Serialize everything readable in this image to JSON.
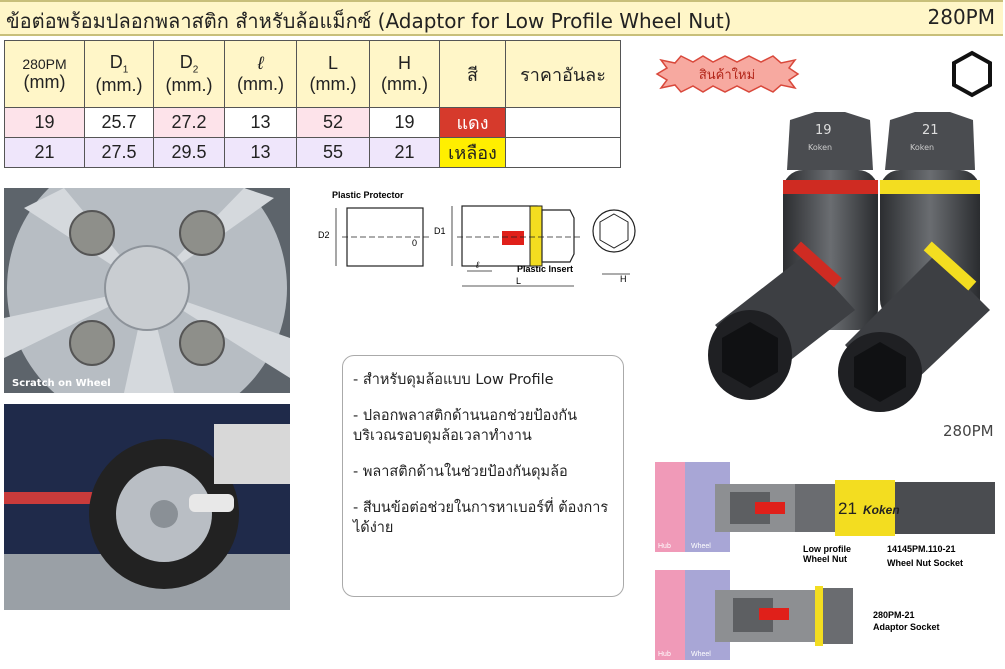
{
  "title": "ข้อต่อพร้อมปลอกพลาสติก สำหรับล้อแม็กซ์ (Adaptor for Low Profile Wheel Nut)",
  "code": "280PM",
  "table": {
    "headers": {
      "model": "280PM",
      "model_unit": "(mm)",
      "d1": "D",
      "d1_sub": "1",
      "d2": "D",
      "d2_sub": "2",
      "l_small": "ℓ",
      "l_big": "L",
      "h": "H",
      "unit": "(mm.)",
      "color": "สี",
      "price": "ราคาอันละ"
    },
    "rows": [
      {
        "size": "19",
        "d1": "25.7",
        "d2": "27.2",
        "l": "13",
        "L": "52",
        "h": "19",
        "color": "แดง",
        "price": ""
      },
      {
        "size": "21",
        "d1": "27.5",
        "d2": "29.5",
        "l": "13",
        "L": "55",
        "h": "21",
        "color": "เหลือง",
        "price": ""
      }
    ]
  },
  "badge": "สินค้าใหม่",
  "product_caption": "280PM",
  "socket_labels": [
    "19",
    "21"
  ],
  "socket_brand": "Koken",
  "photo_caption": "Scratch on Wheel",
  "diagram": {
    "plastic_protector": "Plastic Protector",
    "plastic_insert": "Plastic Insert",
    "d2": "D2",
    "d1": "D1",
    "l": "ℓ",
    "L": "L",
    "H": "H",
    "zero": "0"
  },
  "bullets": [
    "- สำหรับดุมล้อแบบ Low Profile",
    "- ปลอกพลาสติกด้านนอกช่วยป้องกัน บริเวณรอบดุมล้อเวลาทำงาน",
    "- พลาสติกด้านในช่วยป้องกันดุมล้อ",
    "- สีบนข้อต่อช่วยในการหาเบอร์ที่ ต้องการได้ง่าย"
  ],
  "cutaway": {
    "hub": "Hub",
    "wheel": "Wheel",
    "socket_number": "21",
    "socket_brand": "Koken",
    "nut_label": "Low profile Wheel Nut",
    "wheel_socket_code": "14145PM.110-21",
    "wheel_socket_name": "Wheel Nut Socket",
    "adaptor_code": "280PM-21",
    "adaptor_name": "Adaptor Socket"
  },
  "colors": {
    "header_bg": "#fff6c8",
    "row1_bg": "#fde3ea",
    "row2_bg": "#efe6fb",
    "red": "#d63a2c",
    "yellow": "#ffef00"
  }
}
